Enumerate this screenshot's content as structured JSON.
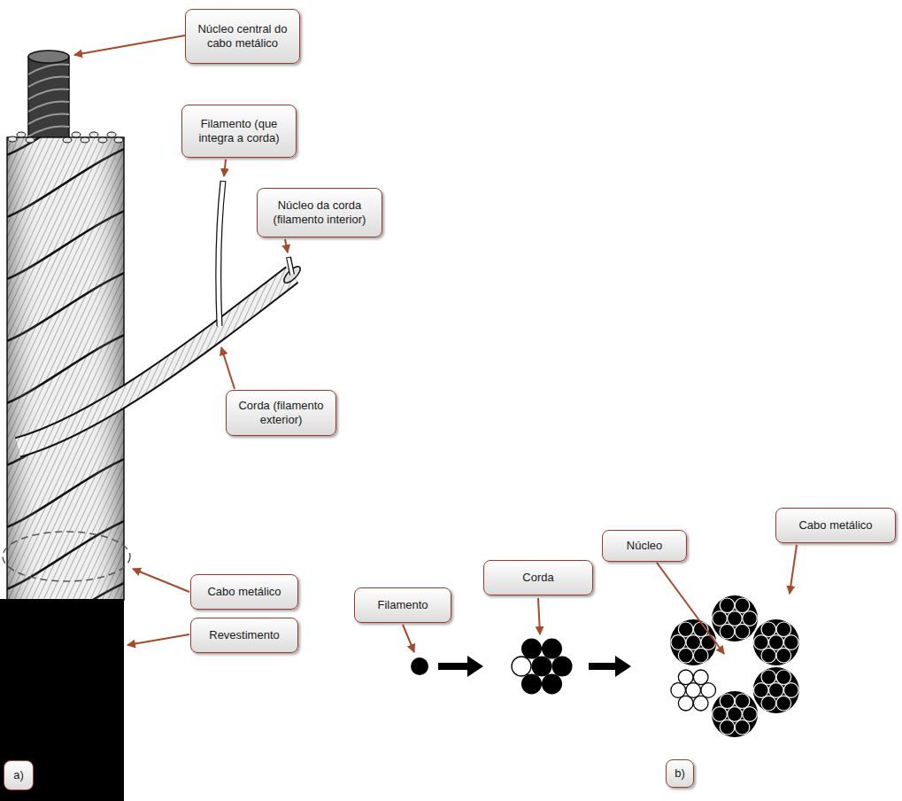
{
  "diagram": {
    "nodes": [
      {
        "text": [
          "Núcleo central do cabo metálico"
        ]
      },
      {
        "text": [
          "Filamento (que integra a corda)"
        ]
      },
      {
        "text": [
          "Núcleo da corda (filamento interior)"
        ]
      },
      {
        "text": [
          "Corda (filamento exterior)"
        ]
      },
      {
        "text": [
          "Cabo metálico"
        ]
      },
      {
        "text": [
          "Núcleo"
        ]
      },
      {
        "text": [
          "Corda"
        ]
      },
      {
        "text": [
          "Cabo metálico"
        ]
      },
      {
        "text": [
          "Filamento"
        ]
      },
      {
        "text": [
          "Revestimento"
        ]
      },
      {
        "text": [
          "a)"
        ]
      },
      {
        "text": [
          "b)"
        ]
      }
    ]
  }
}
